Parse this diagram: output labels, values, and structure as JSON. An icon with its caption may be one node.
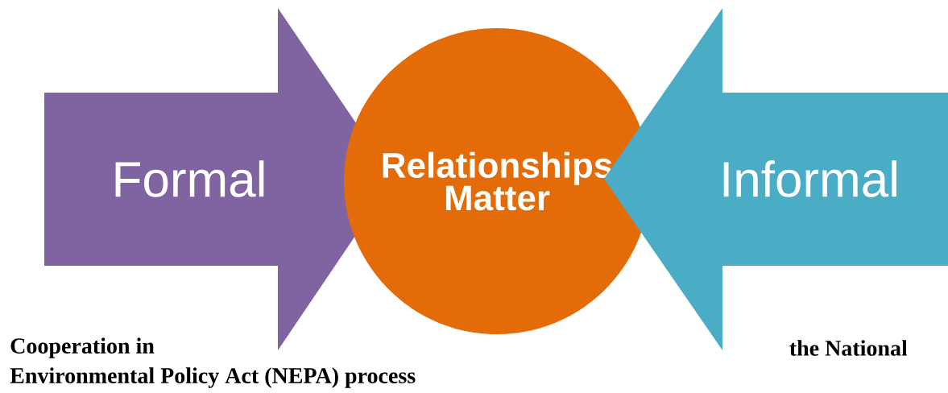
{
  "diagram": {
    "nodes": [
      {
        "text": [
          "Formal"
        ]
      },
      {
        "text": [
          "Relationships Matter"
        ]
      },
      {
        "text": [
          "Informal"
        ]
      }
    ],
    "labels": [
      "Cooperation in",
      "the National",
      "Environmental Policy Act (NEPA) process"
    ]
  }
}
